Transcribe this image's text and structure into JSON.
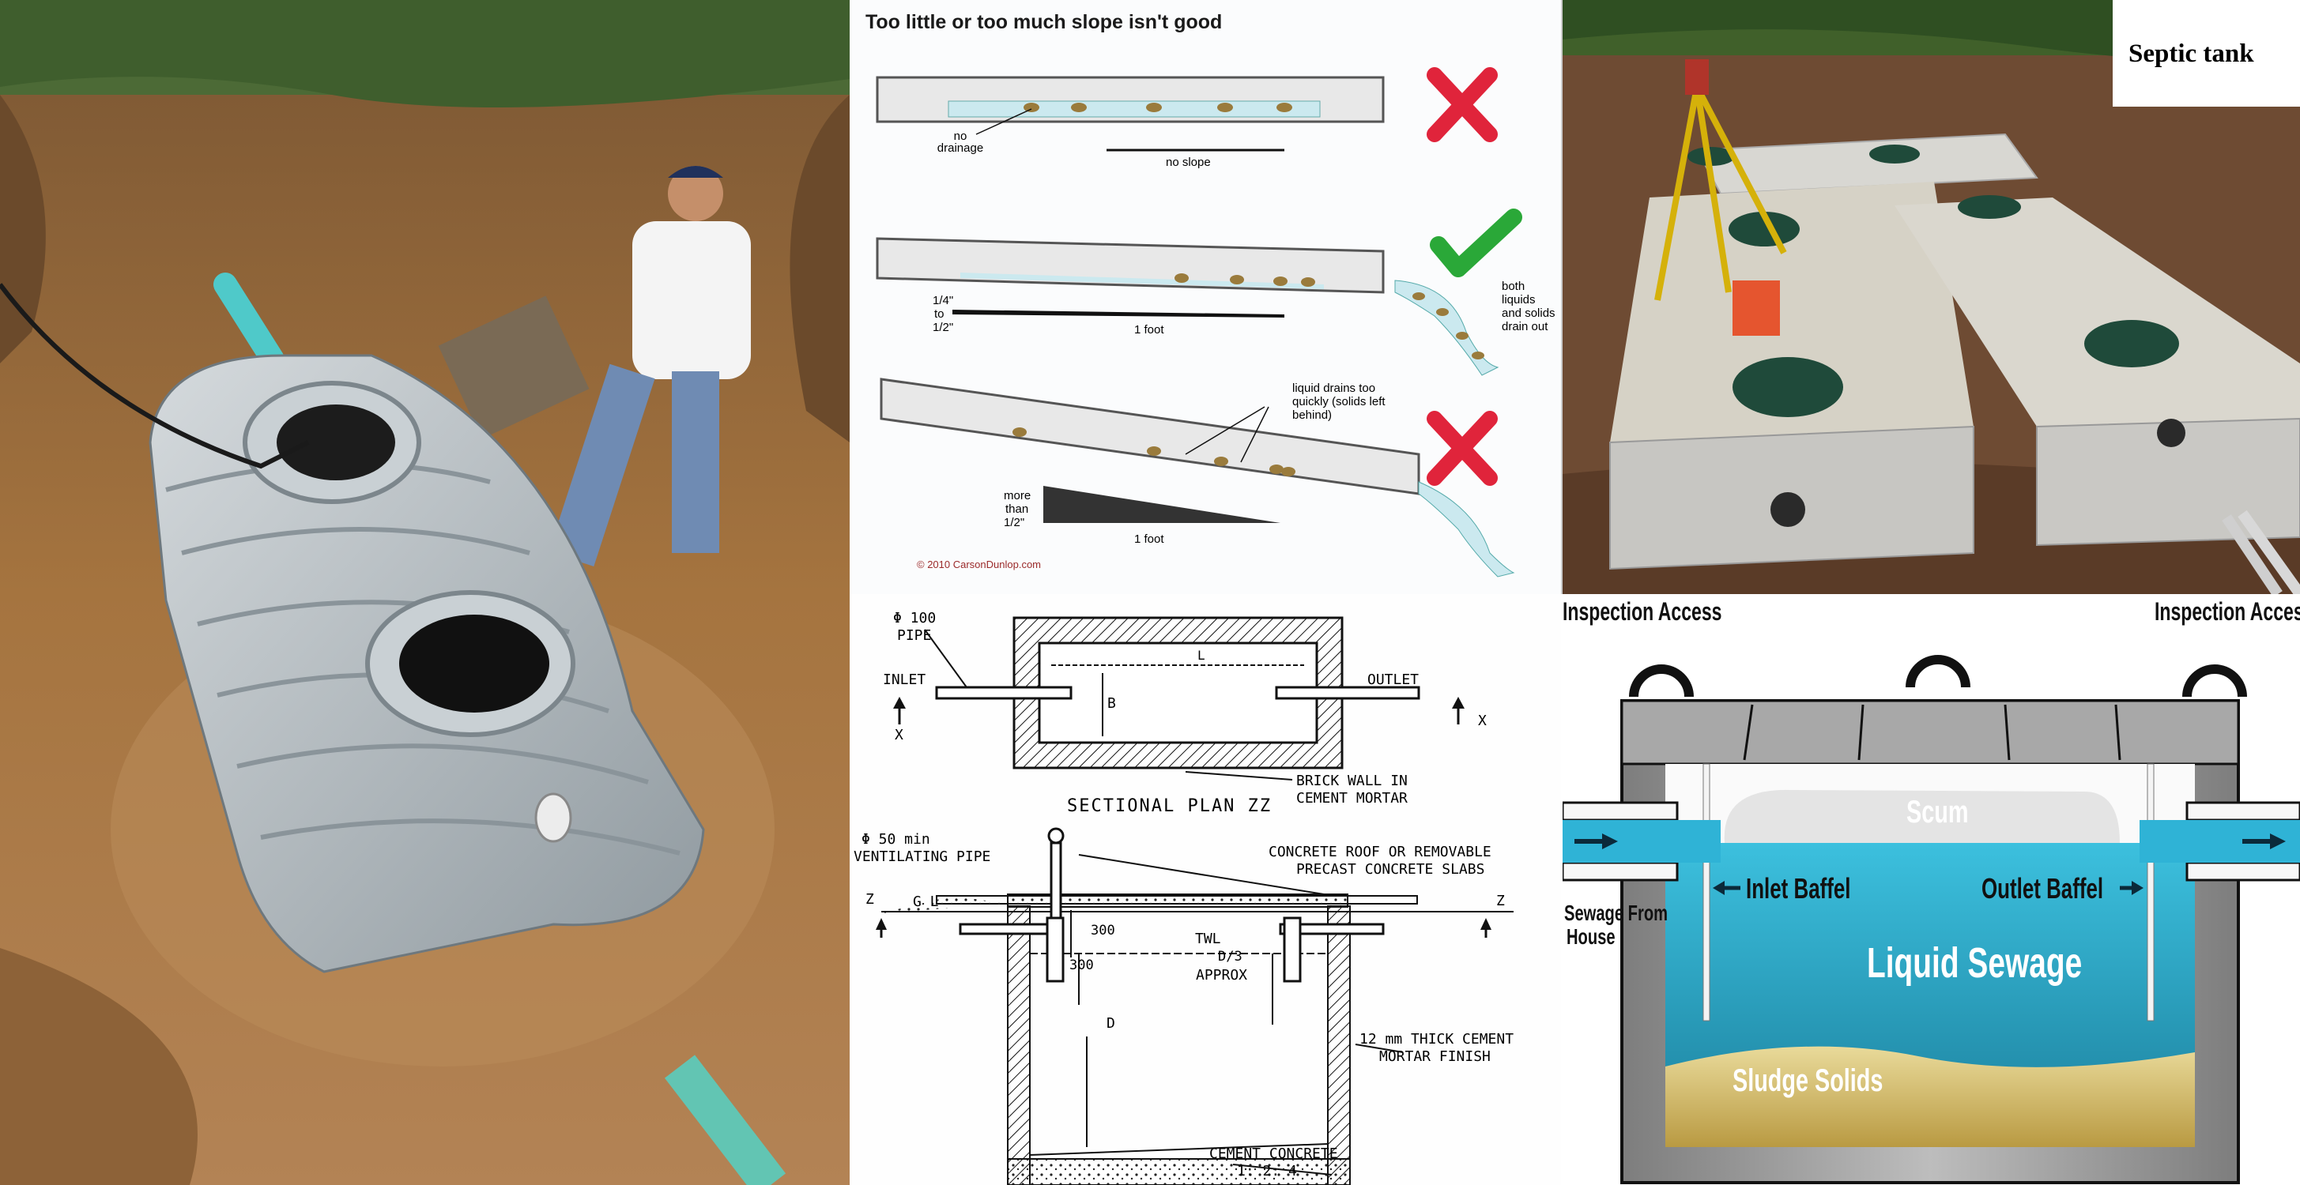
{
  "photo_plastic_tank": {
    "alt": "Worker compacting soil beside a plastic septic tank in an excavated pit"
  },
  "slope_diagram": {
    "title": "Too little or too much slope isn't good",
    "row1": {
      "left_note": "no drainage",
      "slope_label": "no slope",
      "verdict": "bad"
    },
    "row2": {
      "rise_label_a": "1/4\"",
      "rise_label_b": "to",
      "rise_label_c": "1/2\"",
      "run_label": "1 foot",
      "outflow_note_a": "both",
      "outflow_note_b": "liquids",
      "outflow_note_c": "and solids",
      "outflow_note_d": "drain out",
      "verdict": "good"
    },
    "row3": {
      "note_a": "liquid drains too",
      "note_b": "quickly (solids left",
      "note_c": "behind)",
      "rise_label_a": "more",
      "rise_label_b": "than",
      "rise_label_c": "1/2\"",
      "run_label": "1 foot",
      "verdict": "bad"
    },
    "copyright": "© 2010 CarsonDunlop.com"
  },
  "photo_concrete_tanks": {
    "label": "Septic tank"
  },
  "engineering_drawing": {
    "pipe_100_a": "Φ 100",
    "pipe_100_b": "PIPE",
    "inlet": "INLET",
    "outlet": "OUTLET",
    "x_left": "X",
    "x_right": "X",
    "dim_l": "L",
    "dim_b": "B",
    "brick_wall_a": "BRICK WALL IN",
    "brick_wall_b": "CEMENT MORTAR",
    "plan_title": "SECTIONAL PLAN ZZ",
    "vent_a": "Φ 50 min",
    "vent_b": "VENTILATING PIPE",
    "roof_a": "CONCRETE ROOF OR REMOVABLE",
    "roof_b": "PRECAST CONCRETE SLABS",
    "z_left": "Z",
    "z_right": "Z",
    "gl": "G L",
    "dim_300_top": "300",
    "dim_300_side": "300",
    "twl": "TWL",
    "d3_a": "D/3",
    "d3_b": "APPROX",
    "dim_d": "D",
    "finish_a": "12 mm THICK CEMENT",
    "finish_b": "MORTAR FINISH",
    "base_a": "CEMENT CONCRETE",
    "base_b": "1: 2: 4"
  },
  "cross_section": {
    "inspection_left": "Inspection Access",
    "inspection_right": "Inspection Access",
    "scum": "Scum",
    "inlet_baffel": "Inlet Baffel",
    "outlet_baffel": "Outlet Baffel",
    "sewage_from_a": "Sewage From",
    "sewage_from_b": "House",
    "liquid_sewage": "Liquid Sewage",
    "sludge": "Sludge Solids"
  },
  "colors": {
    "soil": "#9c6b3f",
    "tank_plastic": "#b7bfc4",
    "water_blue": "#2aa7c7",
    "sludge_yellow": "#c9b25c",
    "concrete": "#a9a9a9",
    "bad_mark": "#e0243b",
    "good_mark": "#2aa838"
  }
}
